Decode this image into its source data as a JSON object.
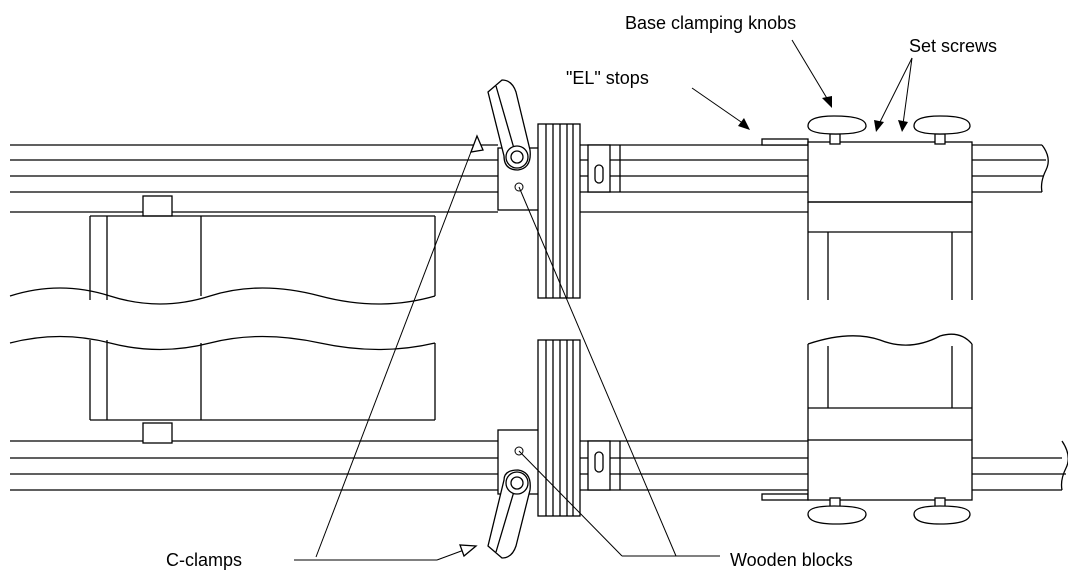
{
  "labels": {
    "base_clamping_knobs": "Base clamping knobs",
    "set_screws": "Set screws",
    "el_stops": "\"EL\" stops",
    "c_clamps": "C-clamps",
    "wooden_blocks": "Wooden blocks"
  }
}
